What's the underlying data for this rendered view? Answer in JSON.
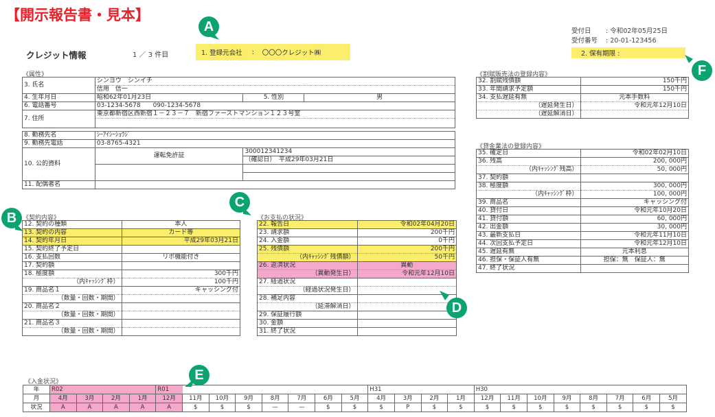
{
  "page_title": "【開示報告書・見本】",
  "header": {
    "credit_info": "クレジット情報",
    "page_count": "1 ／ 3 件目",
    "registrant_label": "1. 登録元会社",
    "registrant_sep": ":",
    "registrant_value": "〇〇〇クレジット㈱",
    "reception_date_label": "受付日",
    "reception_date_value": ": 令和02年05月25日",
    "reception_no_label": "受付番号",
    "reception_no_value": ": 20-01-123456",
    "retention_label": "2. 保有期限 :",
    "retention_value": ""
  },
  "markers": {
    "a": "A",
    "b": "B",
    "c": "C",
    "d": "D",
    "e": "E",
    "f": "F",
    "color": "#0ba46e"
  },
  "colors": {
    "title_red": "#e8202a",
    "highlight_yellow": "#fbee6d",
    "highlight_pink": "#f4a9cb",
    "marker_green": "#0ba46e"
  },
  "attributes": {
    "section": "《属性》",
    "name_label": "3. 氏名",
    "name_kana": "シンヨウ　シンイチ",
    "name_kanji": "信用　信一",
    "birth_label": "4. 生年月日",
    "birth_value": "昭和62年01月23日",
    "gender_label": "5. 性別",
    "gender_value": "男",
    "phone_label": "6. 電話番号",
    "phone_value": "03-1234-5678　　090-1234-5678",
    "address_label": "7. 住所",
    "address_value": "東京都新宿区西新宿１－２３－７　新宿ファーストマンション１２３号室",
    "employer_label": "8. 勤務先名",
    "employer_value": "ｼｰｱｲｼｰｼｮｳｼﾞ",
    "employer_phone_label": "9. 勤務先電話",
    "employer_phone_value": "03-8765-4321",
    "public_doc_label": "10. 公的資料",
    "public_doc_type": "運転免許証",
    "public_doc_number": "300012341234",
    "public_doc_confirm": "（確認日）　平成29年03月21日",
    "spouse_label": "11. 配偶者名",
    "spouse_value": ""
  },
  "contract": {
    "section": "《契約内容》",
    "rows": [
      {
        "label": "12. 契約の種類",
        "value": "本人"
      },
      {
        "label": "13. 契約の内容",
        "value": "カード等"
      },
      {
        "label": "14. 契約年月日",
        "value": "平成29年03月21日"
      },
      {
        "label": "15. 契約終了予定日",
        "value": ""
      },
      {
        "label": "16. 支払回数",
        "value": "リボ機能付き"
      },
      {
        "label": "17. 契約額",
        "value": ""
      },
      {
        "label": "18. 極度額",
        "value": "300千円"
      },
      {
        "label": "（内ｷｬｯｼﾝｸﾞ枠）",
        "value": "100千円"
      },
      {
        "label": "19. 商品名１",
        "value": "キャッシング付"
      },
      {
        "label": "（数量・回数・期間）",
        "value": ""
      },
      {
        "label": "20. 商品名２",
        "value": ""
      },
      {
        "label": "（数量・回数・期間）",
        "value": ""
      },
      {
        "label": "21. 商品名３",
        "value": ""
      },
      {
        "label": "（数量・回数・期間）",
        "value": ""
      }
    ]
  },
  "payment_status": {
    "section": "《お支払の状況》",
    "rows": [
      {
        "label": "22. 報告日",
        "value": "令和02年04月20日"
      },
      {
        "label": "23. 請求額",
        "value": "200千円"
      },
      {
        "label": "24. 入金額",
        "value": "0千円"
      },
      {
        "label": "25. 残債額",
        "value": "200千円"
      },
      {
        "label": "（内ｷｬｯｼﾝｸﾞ残債額）",
        "value": "50千円"
      },
      {
        "label": "26. 返済状況",
        "value": "異動"
      },
      {
        "label": "（異動発生日）",
        "value": "令和元年12月10日"
      },
      {
        "label": "27. 経過状況",
        "value": ""
      },
      {
        "label": "（経過状況発生日）",
        "value": ""
      },
      {
        "label": "28. 補足内容",
        "value": ""
      },
      {
        "label": "（延滞解消日）",
        "value": ""
      },
      {
        "label": "29. 保証履行額",
        "value": ""
      },
      {
        "label": "30. 金額",
        "value": ""
      },
      {
        "label": "31. 終了状況",
        "value": ""
      }
    ]
  },
  "installment_law": {
    "section": "《割賦販売法の登録内容》",
    "rows": [
      {
        "label": "32. 割賦残債額",
        "value": "150千円"
      },
      {
        "label": "33. 年間請求予定額",
        "value": "150千円"
      },
      {
        "label": "34. 支払遅延有無",
        "value": "元本手数料"
      },
      {
        "label": "（遅延発生日）",
        "value": "令和元年12月10日"
      },
      {
        "label": "（遅延解消日）",
        "value": ""
      }
    ]
  },
  "money_lending_law": {
    "section": "《貸金業法の登録内容》",
    "rows": [
      {
        "label": "35. 確定日",
        "value": "令和02年02月10日"
      },
      {
        "label": "36. 残高",
        "value": "200, 000円"
      },
      {
        "label": "（内ｷｬｯｼﾝｸﾞ残高）",
        "value": "50, 000円"
      },
      {
        "label": "37. 契約額",
        "value": ""
      },
      {
        "label": "38. 極度額",
        "value": "300, 000円"
      },
      {
        "label": "（内ｷｬｯｼﾝｸﾞ枠）",
        "value": "100, 000円"
      },
      {
        "label": "39. 商品名",
        "value": "キャッシング付"
      },
      {
        "label": "40. 貸付日",
        "value": "令和元年10月20日"
      },
      {
        "label": "41. 貸付額",
        "value": "60, 000円"
      },
      {
        "label": "42. 出金額",
        "value": "30, 000円"
      },
      {
        "label": "43. 最新支払日",
        "value": "令和元年11月10日"
      },
      {
        "label": "44. 次回支払予定日",
        "value": "令和元年12月10日"
      },
      {
        "label": "45. 遅延有無",
        "value": "元本利息"
      },
      {
        "label": "46. 担保・保証人有無",
        "value": "担保：無　保証人：無"
      },
      {
        "label": "47. 終了状況",
        "value": ""
      }
    ]
  },
  "deposit_history": {
    "section": "《入金状況》",
    "row_labels": {
      "year": "年",
      "month": "月",
      "status": "状況"
    },
    "years": [
      {
        "label": "R02",
        "span": 4,
        "highlight": true
      },
      {
        "label": "R01",
        "span": 8,
        "highlight": "partial"
      },
      {
        "label": "H31",
        "span": 4,
        "highlight": false
      },
      {
        "label": "H30",
        "span": 8,
        "highlight": false
      }
    ],
    "months": [
      "4月",
      "3月",
      "2月",
      "1月",
      "12月",
      "11月",
      "10月",
      "9月",
      "8月",
      "7月",
      "6月",
      "5月",
      "4月",
      "3月",
      "2月",
      "1月",
      "12月",
      "11月",
      "10月",
      "9月",
      "8月",
      "7月",
      "6月",
      "5月"
    ],
    "statuses": [
      "A",
      "A",
      "A",
      "A",
      "A",
      "$",
      "$",
      "$",
      "—",
      "—",
      "$",
      "$",
      "$",
      "P",
      "$",
      "$",
      "$",
      "$",
      "$",
      "$",
      "$",
      "$",
      "$",
      "$"
    ],
    "highlight_count": 5
  }
}
